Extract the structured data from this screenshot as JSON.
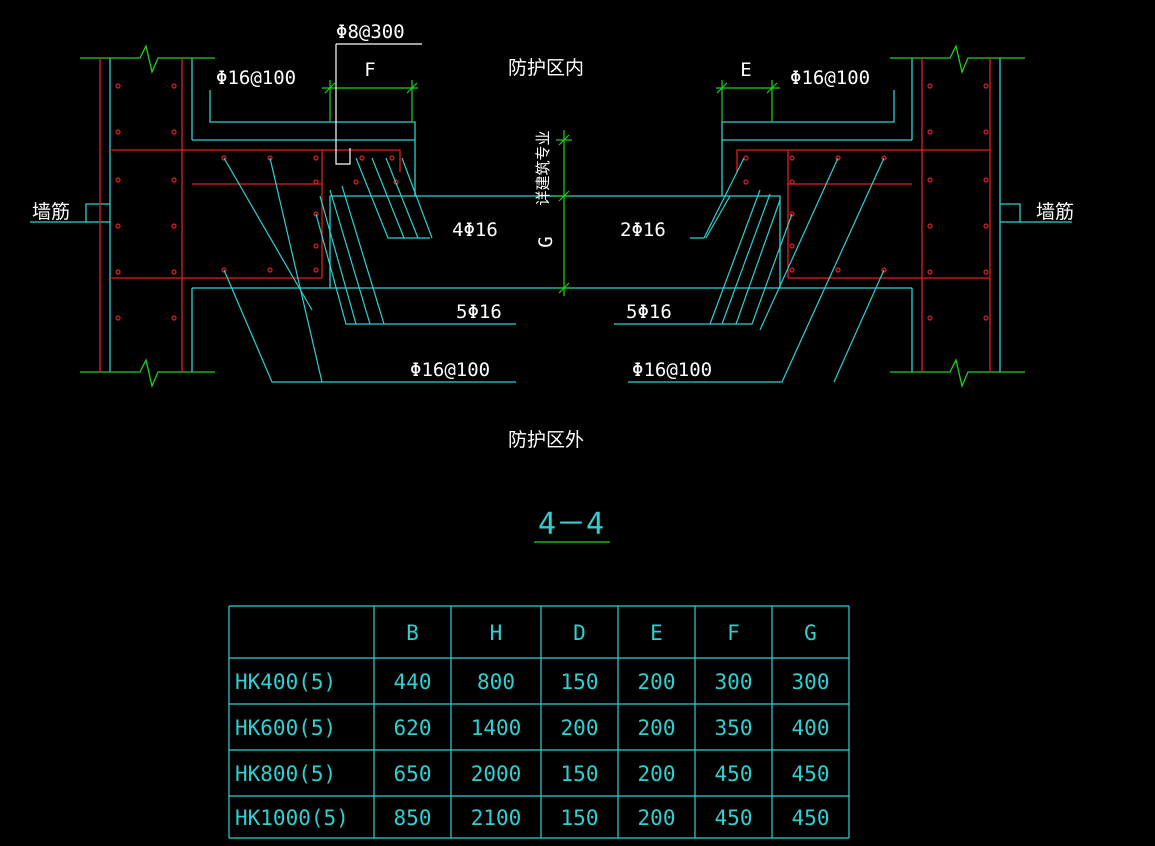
{
  "colors": {
    "background": "#000000",
    "concrete": "#2fd0d0",
    "rebar": "#e02020",
    "dimension": "#20d020",
    "text": "#ffffff"
  },
  "labels": {
    "top_bar_spec": "Φ8@300",
    "dim_f": "F",
    "dim_e": "E",
    "zone_inside": "防护区内",
    "zone_outside": "防护区外",
    "left_top_rebar": "Φ16@100",
    "right_top_rebar": "Φ16@100",
    "wall_rebar_left": "墙筋",
    "wall_rebar_right": "墙筋",
    "left_mid_rebar": "4Φ16",
    "right_mid_rebar": "2Φ16",
    "left_low_rebar": "5Φ16",
    "right_low_rebar": "5Φ16",
    "left_bottom_rebar": "Φ16@100",
    "right_bottom_rebar": "Φ16@100",
    "vertical_note": "详建筑专业",
    "dim_g": "G",
    "section_title": "4－4"
  },
  "table": {
    "headers": [
      "",
      "B",
      "H",
      "D",
      "E",
      "F",
      "G"
    ],
    "rows": [
      [
        "HK400(5)",
        "440",
        "800",
        "150",
        "200",
        "300",
        "300"
      ],
      [
        "HK600(5)",
        "620",
        "1400",
        "200",
        "200",
        "350",
        "400"
      ],
      [
        "HK800(5)",
        "650",
        "2000",
        "150",
        "200",
        "450",
        "450"
      ],
      [
        "HK1000(5)",
        "850",
        "2100",
        "150",
        "200",
        "450",
        "450"
      ]
    ]
  }
}
